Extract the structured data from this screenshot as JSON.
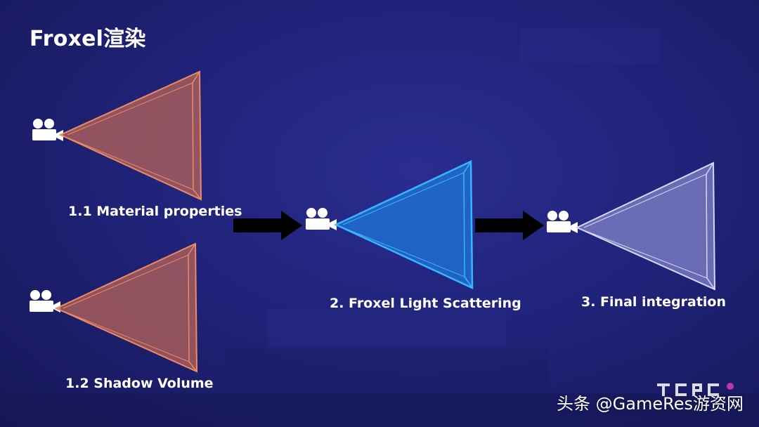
{
  "title": "Froxel渲染",
  "colors": {
    "material": "#e8805a",
    "shadow": "#e8805a",
    "scattering": "#2aa8ff",
    "integration": "#c8c8ee",
    "arrow": "#000000"
  },
  "stages": [
    {
      "label": "1.1 Material properties",
      "icon": "movie-camera-icon"
    },
    {
      "label": "1.2 Shadow Volume",
      "icon": "movie-camera-icon"
    },
    {
      "label": "2. Froxel Light Scattering",
      "icon": "movie-camera-icon"
    },
    {
      "label": "3. Final integration",
      "icon": "movie-camera-icon"
    }
  ],
  "watermark": "头条 @GameRes游资网"
}
